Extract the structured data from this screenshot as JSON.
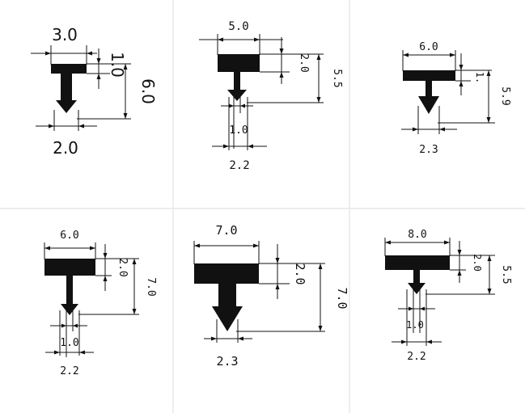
{
  "profiles": [
    {
      "top_width": "3.0",
      "cap_height": "1.0",
      "total_height": "6.0",
      "bottom_width": "2.0"
    },
    {
      "top_width": "5.0",
      "cap_height": "2.0",
      "total_height": "5.5",
      "stem_width": "1.0",
      "bottom_width": "2.2"
    },
    {
      "top_width": "6.0",
      "cap_height": "1.",
      "total_height": "5.9",
      "bottom_width": "2.3"
    },
    {
      "top_width": "6.0",
      "cap_height": "2.0",
      "total_height": "7.0",
      "stem_width": "1.0",
      "bottom_width": "2.2"
    },
    {
      "top_width": "7.0",
      "cap_height": "2.0",
      "total_height": "7.0",
      "bottom_width": "2.3"
    },
    {
      "top_width": "8.0",
      "cap_height": "2.0",
      "total_height": "5.5",
      "stem_width": "1.0",
      "bottom_width": "2.2"
    }
  ],
  "colors": {
    "ink": "#111111",
    "background": "#ffffff",
    "grid_lines": "#e6e6e6"
  }
}
